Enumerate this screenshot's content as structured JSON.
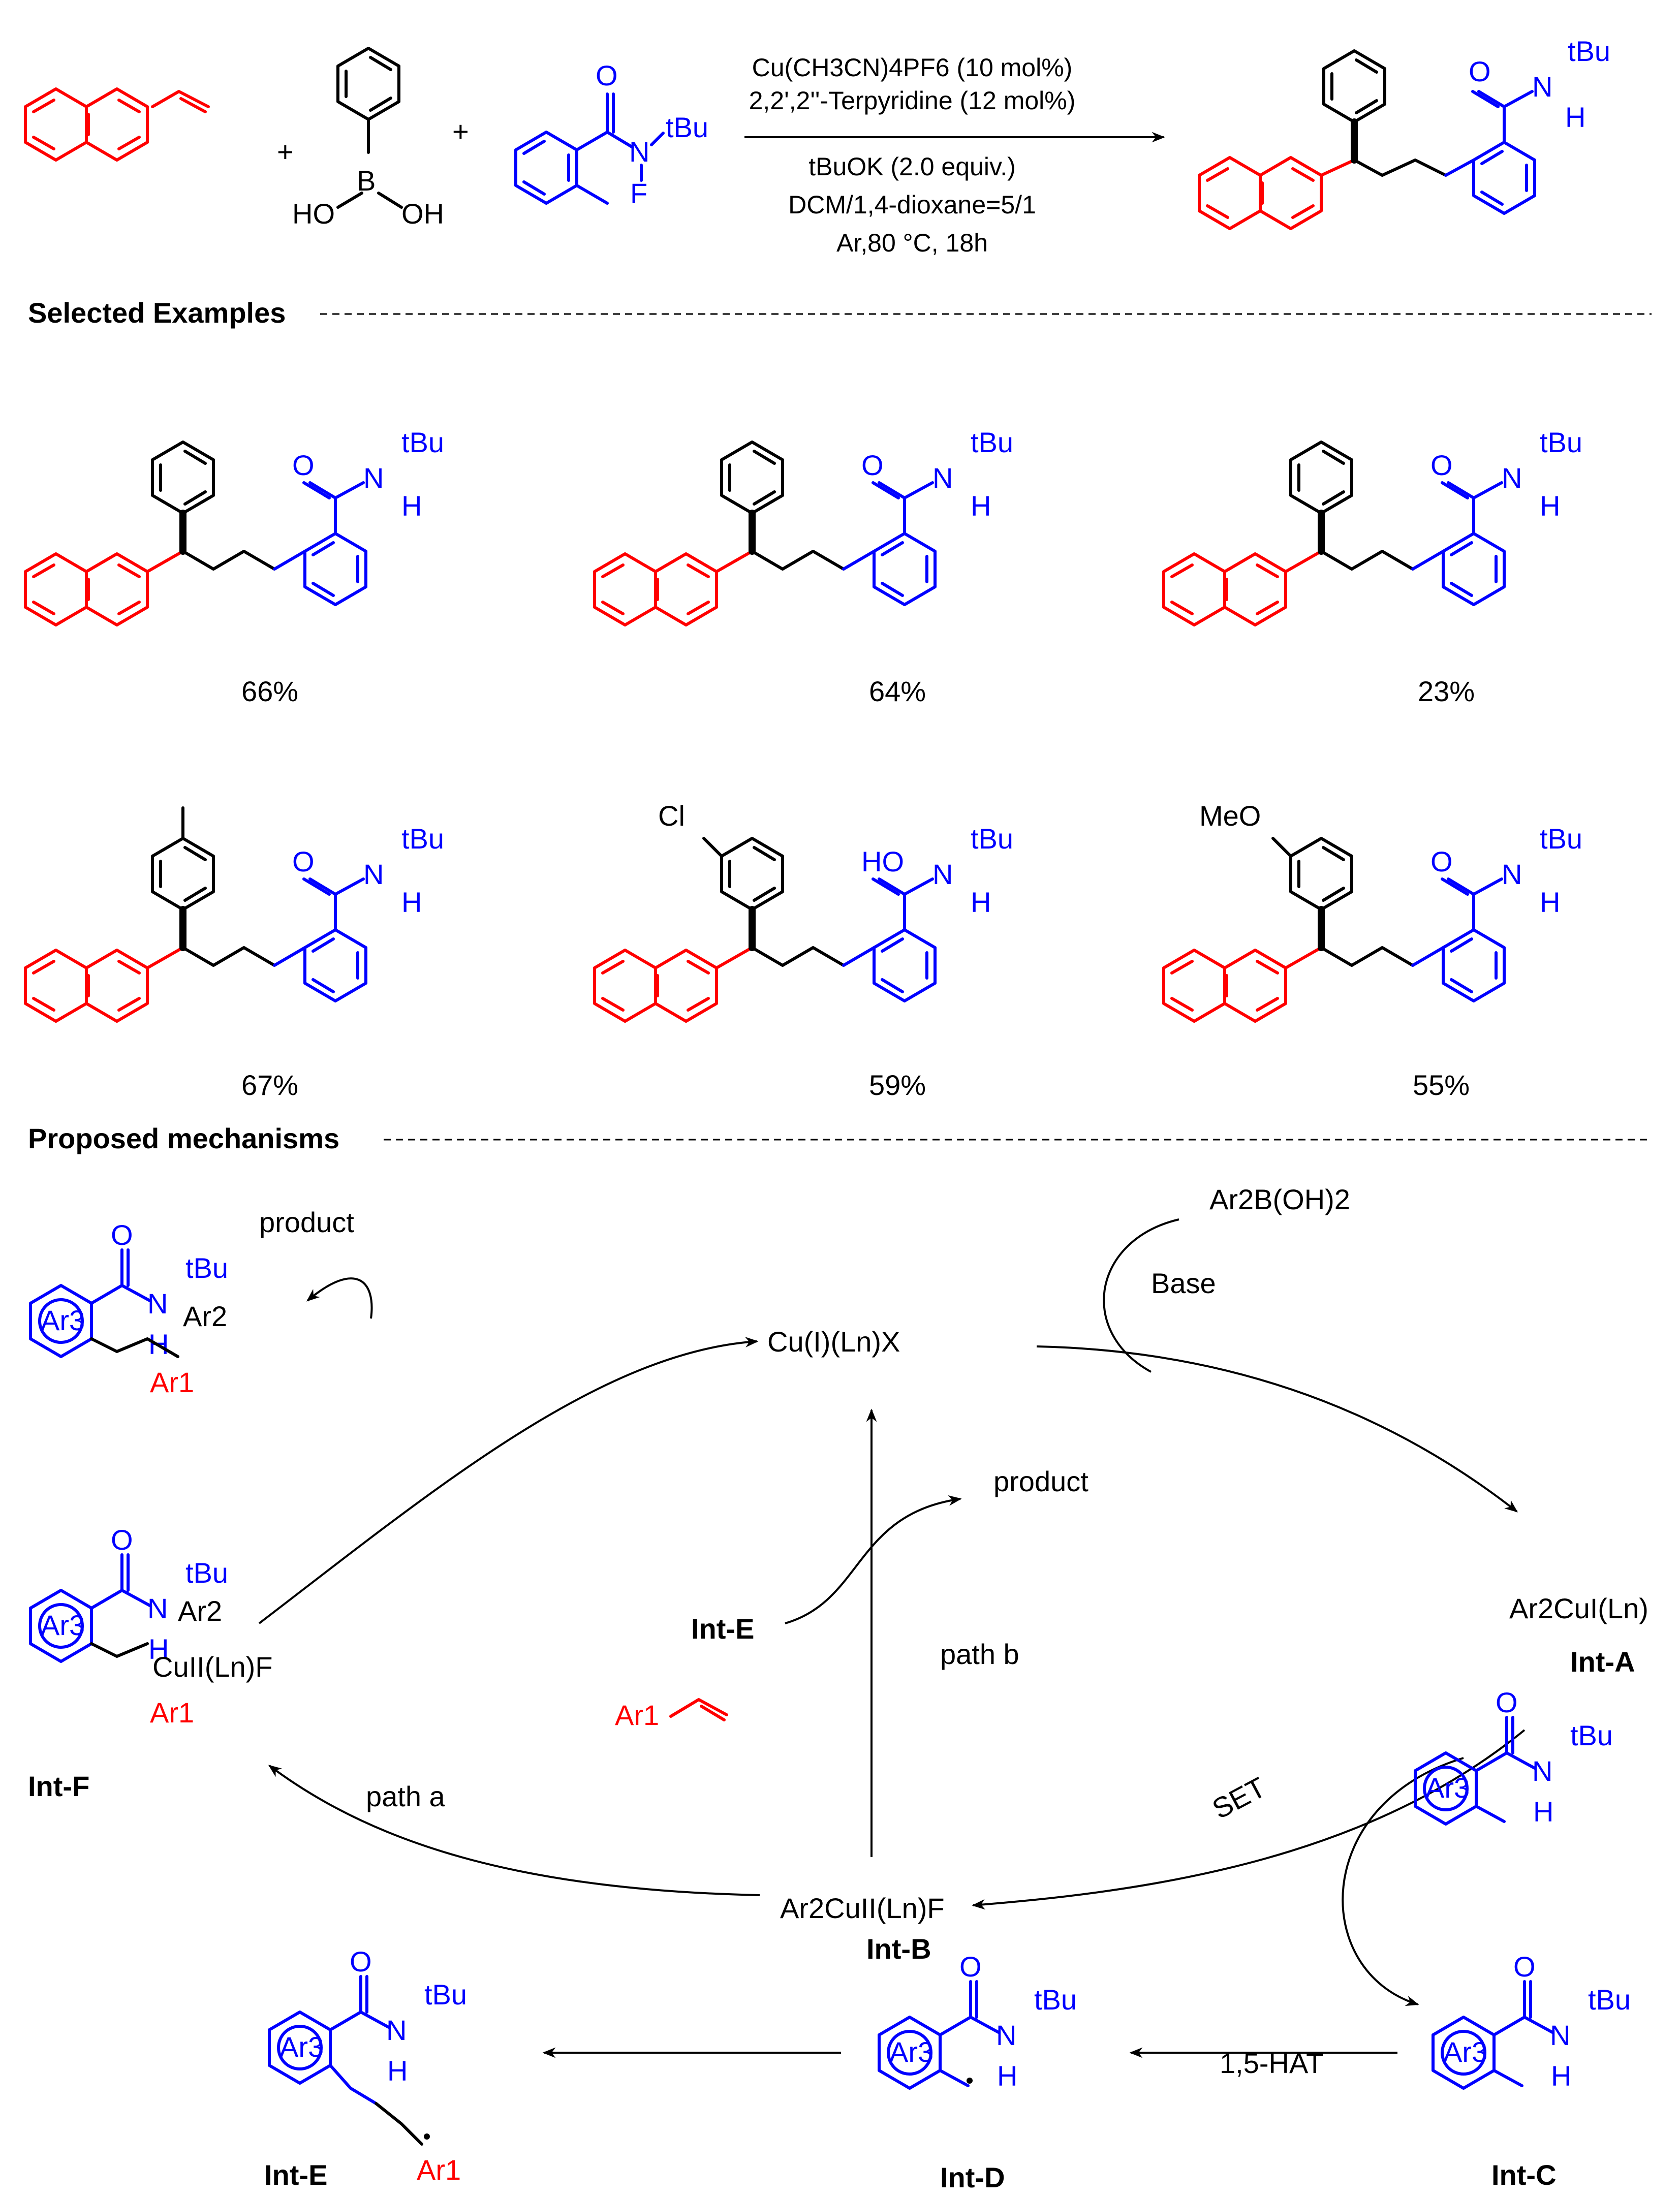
{
  "reaction": {
    "conditions": [
      "Cu(CH3CN)4PF6 (10 mol%)",
      "2,2',2''-Terpyridine (12 mol%)",
      "tBuOK (2.0 equiv.)",
      "DCM/1,4-dioxane=5/1",
      "Ar,80 °C, 18h"
    ],
    "plus": "+",
    "boronic_acid": {
      "ho": "HO",
      "b": "B",
      "oh": "OH"
    },
    "amide": {
      "o": "O",
      "n": "N",
      "f": "F",
      "h": "H",
      "tbu": "tBu"
    }
  },
  "sections": {
    "selected_examples": "Selected Examples",
    "proposed_mechanisms": "Proposed mechanisms"
  },
  "examples": [
    {
      "yield": "66%",
      "aryl_sub": ""
    },
    {
      "yield": "64%",
      "aryl_sub": ""
    },
    {
      "yield": "23%",
      "aryl_sub": ""
    },
    {
      "yield": "67%",
      "aryl_sub": ""
    },
    {
      "yield": "59%",
      "aryl_sub": "Cl"
    },
    {
      "yield": "55%",
      "aryl_sub": "MeO"
    }
  ],
  "example_amide": {
    "o": "O",
    "ho": "HO",
    "n": "N",
    "h": "H",
    "tbu": "tBu"
  },
  "mechanism": {
    "cu_cat": "Cu(I)(Ln)X",
    "boronic": "Ar2B(OH)2",
    "base": "Base",
    "int_a_species": "Ar2CuI(Ln)",
    "int_a": "Int-A",
    "set": "SET",
    "int_b_species": "Ar2CuII(Ln)F",
    "int_b": "Int-B",
    "int_c": "Int-C",
    "hat": "1,5-HAT",
    "int_d": "Int-D",
    "alkene": "Ar1",
    "int_e": "Int-E",
    "int_e_left": "Int-E",
    "path_a": "path a",
    "path_b": "path b",
    "product_top": "product",
    "product_mid": "product",
    "int_f": "Int-F",
    "int_f_cu": "CuII(Ln)F",
    "ar1": "Ar1",
    "ar2": "Ar2",
    "ar3": "Ar3",
    "o": "O",
    "n": "N",
    "h": "H",
    "f": "F",
    "tbu": "tBu"
  }
}
